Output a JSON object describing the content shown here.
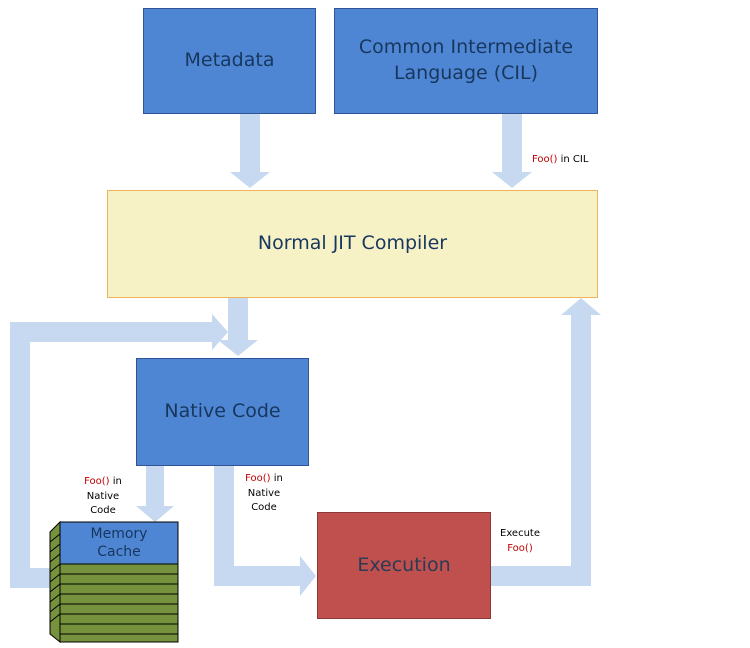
{
  "diagram": {
    "metadata": "Metadata",
    "cil_line1": "Common Intermediate",
    "cil_line2": "Language (CIL)",
    "jit": "Normal JIT Compiler",
    "native": "Native Code",
    "execution": "Execution",
    "memory_line1": "Memory",
    "memory_line2": "Cache"
  },
  "notes": {
    "cil": {
      "fn": "Foo()",
      "rest": " in CIL"
    },
    "to_memory": {
      "fn": "Foo()",
      "line1": " in",
      "line2": "Native",
      "line3": "Code"
    },
    "to_execution": {
      "fn": "Foo()",
      "line1": " in",
      "line2": "Native",
      "line3": "Code"
    },
    "execute": {
      "word": "Execute",
      "fn": "Foo()"
    }
  },
  "colors": {
    "arrow": "#c6d9f0",
    "box_blue": "#4f86d4",
    "jit_fill": "#f7f1c6",
    "jit_border": "#f0b35a",
    "execution_fill": "#c0504d",
    "stack_green": "#76923c",
    "text_red": "#c00000"
  }
}
